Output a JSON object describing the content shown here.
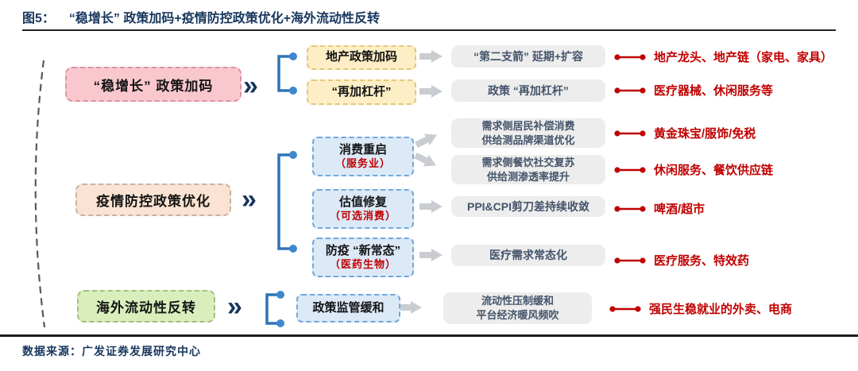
{
  "header": {
    "figure_label": "图5：",
    "title": "“稳增长” 政策加码+疫情防控政策优化+海外流动性反转"
  },
  "icons": {
    "double_chevron": "»"
  },
  "colors": {
    "navy": "#17365D",
    "red": "#C00000",
    "bracket_blue": "#2E74B5",
    "pink_fill": "#F9C8CE",
    "peach_fill": "#FAE3D2",
    "green_fill": "#D9EEBB",
    "yellow_fill": "#FDEEC5",
    "blue_fill": "#DCE9F7",
    "gray_fill": "#EDEDED"
  },
  "flow": {
    "group1": {
      "label": "“稳增长” 政策加码",
      "drivers": [
        {
          "text": "地产政策加码"
        },
        {
          "text": "“再加杠杆”"
        }
      ],
      "mechanisms": [
        {
          "line1": "“第二支箭” 延期+扩容"
        },
        {
          "line1": "政策 “再加杠杆”"
        }
      ],
      "beneficiaries": [
        "地产龙头、地产链（家电、家具）",
        "医疗器械、休闲服务等"
      ]
    },
    "group2": {
      "label": "疫情防控政策优化",
      "drivers": [
        {
          "text": "消费重启",
          "sub": "（服务业）"
        },
        {
          "text": "估值修复",
          "sub": "（可选消费）"
        },
        {
          "text": "防疫 “新常态”",
          "sub": "（医药生物）"
        }
      ],
      "mechanisms": [
        {
          "line1": "需求侧居民补偿消费",
          "line2": "供给测品牌渠道优化"
        },
        {
          "line1": "需求侧餐饮社交复苏",
          "line2": "供给测渗透率提升"
        },
        {
          "line1": "PPI&CPI剪刀差持续收敛"
        },
        {
          "line1": "医疗需求常态化"
        }
      ],
      "beneficiaries": [
        "黄金珠宝/服饰/免税",
        "休闲服务、餐饮供应链",
        "啤酒/超市",
        "医疗服务、特效药"
      ]
    },
    "group3": {
      "label": "海外流动性反转",
      "drivers": [
        {
          "text": "政策监管缓和"
        }
      ],
      "mechanisms": [
        {
          "line1": "流动性压制缓和",
          "line2": "平台经济暖风频吹"
        }
      ],
      "beneficiaries": [
        "强民生稳就业的外卖、电商"
      ]
    }
  },
  "footer": {
    "source": "数据来源：广发证券发展研究中心"
  }
}
